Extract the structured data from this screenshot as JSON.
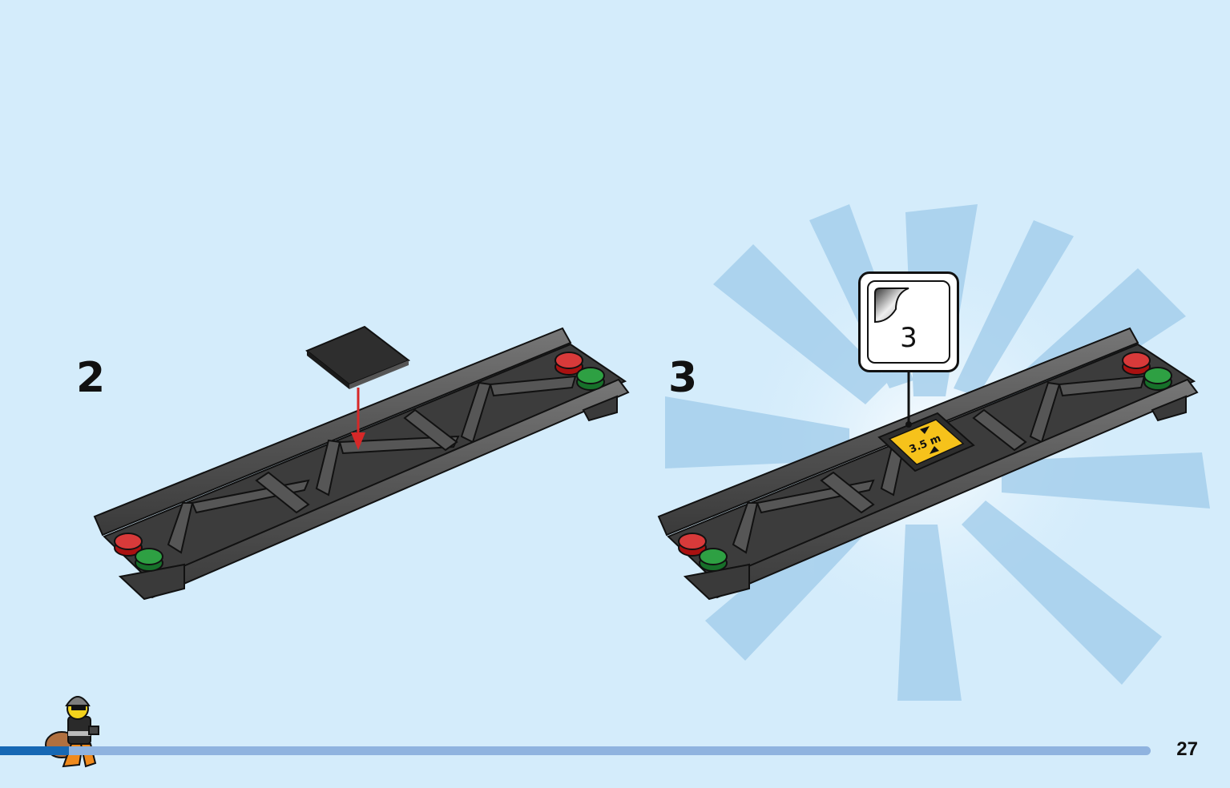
{
  "steps": [
    {
      "number": "2"
    },
    {
      "number": "3",
      "sticker": {
        "quantity": "3",
        "label": "3.5 m"
      }
    }
  ],
  "page": {
    "number": "27"
  },
  "progress": {
    "fraction": 0.06
  },
  "colors": {
    "background": "#d4ecfb",
    "burst": "#9fcbea",
    "frame": "#4a4a4a",
    "light_red": "#d83a3a",
    "light_green": "#2ea043",
    "tile": "#2e2e2e",
    "sticker_yellow": "#f6c21b",
    "arrow": "#d62828",
    "progress_track": "#8fb3df",
    "progress_fill": "#1668b4"
  },
  "icons": {
    "mascot": "minifigure-robber-icon",
    "sticker": "sticker-sheet-icon",
    "arrow": "down-arrow-icon"
  }
}
